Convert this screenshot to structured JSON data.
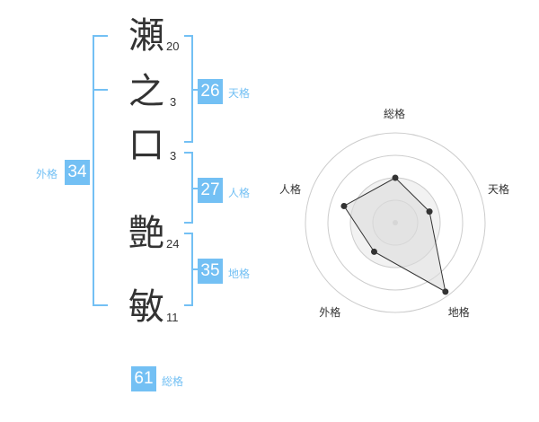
{
  "colors": {
    "accent": "#73c0f4",
    "text": "#333333",
    "grid": "#cccccc"
  },
  "name": {
    "chars": [
      {
        "char": "瀬",
        "strokes": "20"
      },
      {
        "char": "之",
        "strokes": "3"
      },
      {
        "char": "口",
        "strokes": "3"
      },
      {
        "char": "艶",
        "strokes": "24"
      },
      {
        "char": "敏",
        "strokes": "11"
      }
    ]
  },
  "kakusu": {
    "tenkaku": {
      "label": "天格",
      "value": "26"
    },
    "jinkaku": {
      "label": "人格",
      "value": "27"
    },
    "chikaku": {
      "label": "地格",
      "value": "35"
    },
    "gaikaku": {
      "label": "外格",
      "value": "34"
    },
    "soukaku": {
      "label": "総格",
      "value": "61"
    }
  },
  "chart_data": {
    "type": "radar",
    "axes": [
      "総格",
      "天格",
      "地格",
      "外格",
      "人格"
    ],
    "values": [
      0.5,
      0.4,
      0.95,
      0.4,
      0.6
    ],
    "max": 1,
    "grid_levels": 4
  }
}
